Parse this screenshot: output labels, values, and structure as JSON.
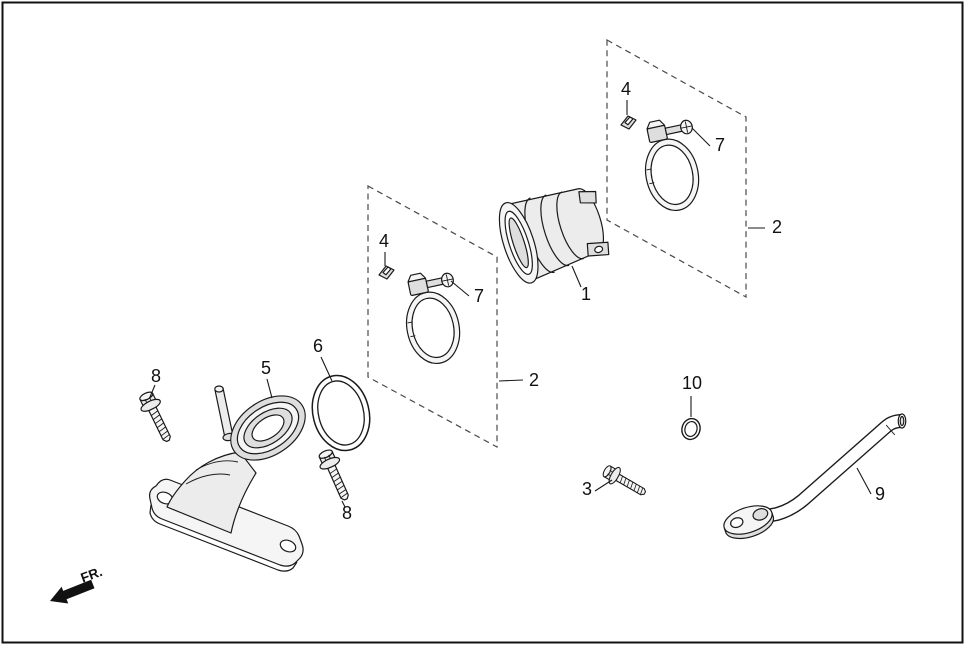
{
  "page": {
    "background": "#ffffff",
    "line_color": "#1a1a1a",
    "border_color": "#111111"
  },
  "direction_indicator": {
    "label": "FR."
  },
  "callouts": {
    "insulator": {
      "label": "1"
    },
    "clamp_group_left": {
      "label": "2"
    },
    "clamp_group_right": {
      "label": "2"
    },
    "bolt_small": {
      "label": "3"
    },
    "clip_left": {
      "label": "4"
    },
    "clip_right": {
      "label": "4"
    },
    "manifold": {
      "label": "5"
    },
    "oring_large": {
      "label": "6"
    },
    "clamp_left": {
      "label": "7"
    },
    "clamp_right": {
      "label": "7"
    },
    "bolt_upper": {
      "label": "8"
    },
    "bolt_lower": {
      "label": "8"
    },
    "pipe": {
      "label": "9"
    },
    "oring_small": {
      "label": "10"
    }
  }
}
